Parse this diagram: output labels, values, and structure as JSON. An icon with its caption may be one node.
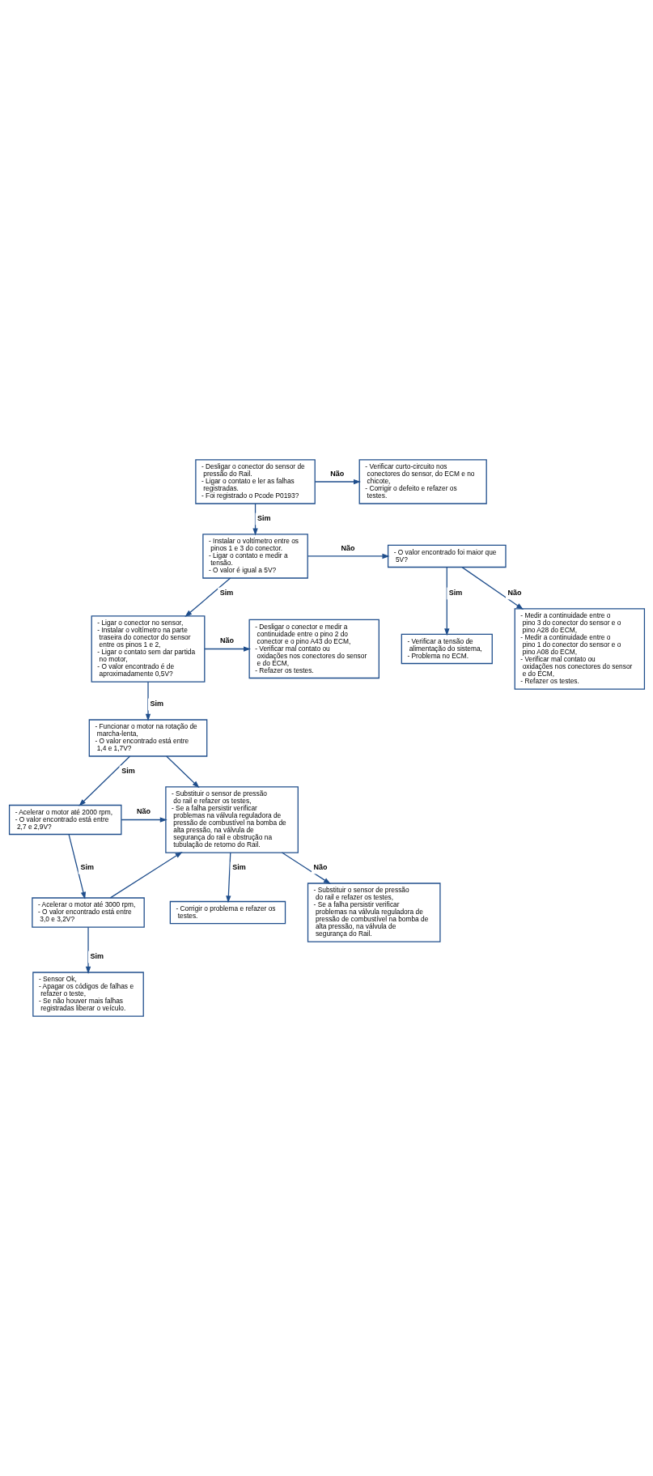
{
  "diagram": {
    "nodes": [
      {
        "text": [
          "- Desligar o conector do sensor de pressão do Rail.",
          "- Ligar o contato e ler as falhas registradas.",
          "- Foi registrado o Pcode P0193?"
        ]
      },
      {
        "text": [
          "- Verificar curto-circuito nos conectores do sensor, do ECM e no chicote,",
          "- Corrigir o defeito e refazer os testes."
        ]
      },
      {
        "text": [
          "- Verificar a tensão de alimentação do sistema,",
          "- Problema no ECM."
        ]
      },
      {
        "text": [
          "- Instalar o voltímetro entre os pinos 1 e 3 do conector.",
          "- Ligar o contato e medir a tensão.",
          "- O valor é igual a 5V?"
        ]
      },
      {
        "text": [
          "- O valor encontrado foi maior que 5V?"
        ]
      },
      {
        "text": [
          "- Medir a continuidade entre o pino 3 do conector do sensor e o pino A28 do ECM,",
          "- Medir a continuidade entre o pino 1 do conector do sensor e o pino A08 do ECM,",
          "- Verificar mal contato ou oxidações nos conectores do sensor e do ECM,",
          "- Refazer os testes."
        ]
      },
      {
        "text": [
          "- Ligar o conector no sensor,",
          "- Instalar o voltímetro na parte traseira do conector do sensor entre os pinos 1 e 2,",
          "- Ligar o contato sem dar partida no motor,",
          "- O valor encontrado é de aproximadamente 0,5V?"
        ]
      },
      {
        "text": [
          "- Desligar o conector e medir a continuidade entre o pino 2 do conector e o pino A43 do ECM,",
          "- Verificar mal contato ou oxidações nos conectores do sensor e do ECM,",
          "- Refazer os testes."
        ]
      },
      {
        "text": [
          "- Funcionar o motor na rotação de marcha-lenta,",
          "- O valor encontrado está entre 1,4 e 1,7V?"
        ]
      },
      {
        "text": [
          "- Corrigir o problema e refazer os testes."
        ]
      },
      {
        "text": [
          "- Acelerar o motor até 2000 rpm,",
          "- O valor encontrado está entre 2,7 e 2,9V?"
        ]
      },
      {
        "text": [
          "- Substituir o sensor de pressão do rail e refazer os testes,",
          "- Se a falha persistir verificar problemas na válvula reguladora de pressão de combustível na bomba de alta pressão, na válvula de segurança do rail e obstrução na tubulação de retorno do Rail."
        ]
      },
      {
        "text": [
          "- Acelerar o motor até 3000 rpm,",
          "- O valor encontrado está entre 3,0 e 3,2V?"
        ]
      },
      {
        "text": [
          "- Substituir o sensor de pressão do rail e refazer os testes,",
          "- Se a falha persistir verificar problemas na válvula reguladora de pressão de combustível na bomba de alta pressão, na válvula de segurança do Rail."
        ]
      },
      {
        "text": [
          "- Sensor Ok,",
          "- Apagar os códigos de falhas e refazer o teste,",
          "- Se não houver mais falhas registradas liberar o veículo."
        ]
      }
    ],
    "edges": [
      {
        "from": 0,
        "to": 1,
        "arrow": "to",
        "label": "Não"
      },
      {
        "from": 0,
        "to": 3,
        "arrow": "to",
        "label": "Sim"
      },
      {
        "from": 3,
        "to": 4,
        "arrow": "to",
        "label": "Não"
      },
      {
        "from": 4,
        "to": 2,
        "arrow": "to",
        "label": "Sim"
      },
      {
        "from": 4,
        "to": 5,
        "arrow": "to",
        "label": "Não"
      },
      {
        "from": 3,
        "to": 6,
        "arrow": "to",
        "label": "Sim"
      },
      {
        "from": 6,
        "to": 7,
        "arrow": "to",
        "label": "Não"
      },
      {
        "from": 6,
        "to": 8,
        "arrow": "to",
        "label": "Sim"
      },
      {
        "from": 8,
        "to": 11,
        "arrow": "to"
      },
      {
        "from": 10,
        "to": 11,
        "arrow": "to",
        "label": "Não"
      },
      {
        "from": 12,
        "to": 11,
        "arrow": "to"
      },
      {
        "from": 8,
        "to": 10,
        "arrow": "to",
        "label": "Sim"
      },
      {
        "from": 10,
        "to": 12,
        "arrow": "to",
        "label": "Sim"
      },
      {
        "from": 12,
        "to": 14,
        "arrow": "to",
        "label": "Sim"
      },
      {
        "from": 11,
        "to": 9,
        "arrow": "to",
        "label": "Sim"
      },
      {
        "from": 11,
        "to": 13,
        "arrow": "to",
        "label": "Não"
      }
    ]
  }
}
